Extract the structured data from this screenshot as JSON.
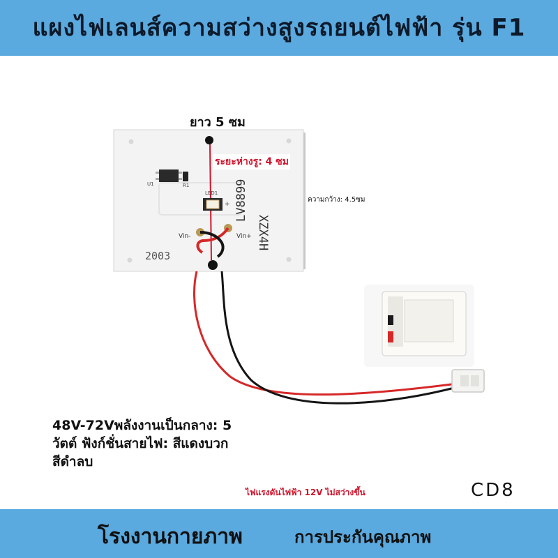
{
  "header": {
    "title": "แผงไฟเลนส์ความสว่างสูงรถยนต์ไฟฟ้า รุ่น F1"
  },
  "board": {
    "length_label": "ยาว 5 ซม",
    "hole_spacing_label": "ระยะห่างรู: 4 ซม",
    "width_label": "ความกว้าง: 4.5ซม",
    "silkscreen": {
      "u1": "U1",
      "r1": "R1",
      "led1": "LED1",
      "plus": "+",
      "vin_minus": "Vin-",
      "vin_plus": "Vin+",
      "code": "2003",
      "part_number": "LV8899",
      "batch": "XZX4H"
    }
  },
  "specs": {
    "text": "48V-72Vพลังงานเป็นกลาง: 5 วัตต์ ฟังก์ชั่นสายไฟ: สีแดงบวกสีดำลบ"
  },
  "warning": "ไฟแรงดันไฟฟ้า 12V ไม่สว่างขึ้น",
  "model_code": "CD8",
  "footer": {
    "left": "โรงงานกายภาพ",
    "right": "การประกันคุณภาพ"
  },
  "colors": {
    "band": "#5aa9df",
    "warning": "#d0142c",
    "wire_red": "#d62828",
    "wire_black": "#151515"
  }
}
